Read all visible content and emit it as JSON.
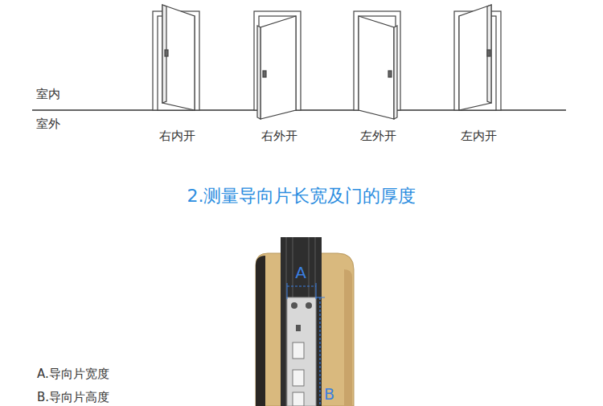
{
  "diagram": {
    "title": "2.测量导向片长宽及门的厚度",
    "labels": [
      "室内",
      "室外",
      "右内开",
      "右外开",
      "左外开",
      "左内开",
      "A",
      "B",
      "A.导向片宽度",
      "B.导向片高度"
    ]
  }
}
